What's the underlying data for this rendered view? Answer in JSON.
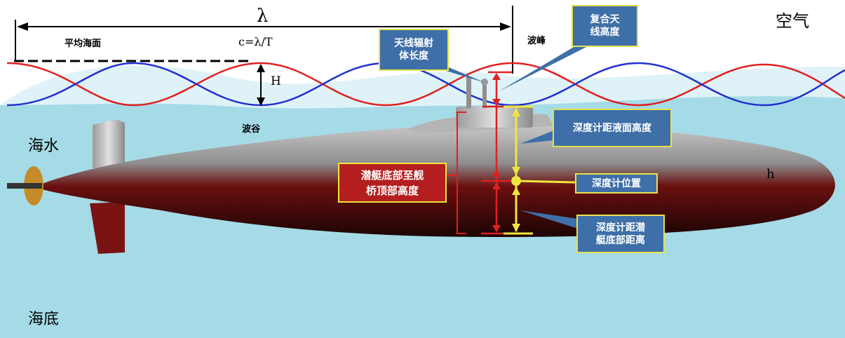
{
  "labels": {
    "lambda": "λ",
    "air": "空气",
    "mean_sea_level": "平均海面",
    "wave_speed": "c=λ/T",
    "crest": "波峰",
    "H": "H",
    "trough": "波谷",
    "seawater": "海水",
    "seabed": "海底",
    "h": "h"
  },
  "callouts": {
    "antenna_radiator_length": "天线辐射\n体长度",
    "composite_antenna_height": "复合天\n线高度",
    "depth_gauge_to_surface": "深度计距液面高度",
    "sub_bottom_to_bridge_top": "潜艇底部至舰\n桥顶部高度",
    "depth_gauge_position": "深度计位置",
    "depth_gauge_to_bottom": "深度计距潜\n艇底部距离"
  },
  "colors": {
    "sea": "#a5dbe7",
    "wave_red": "#e02020",
    "wave_blue": "#2030d0",
    "hull_red": "#7a1414",
    "callout_blue": "#3e6fa8",
    "marker_yellow": "#f0e640"
  }
}
